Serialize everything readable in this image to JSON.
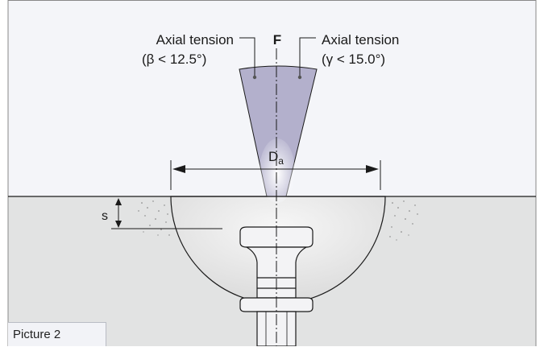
{
  "diagram": {
    "force_label": "F",
    "left_label_line1": "Axial tension",
    "left_label_line2": "(β < 12.5°)",
    "right_label_line1": "Axial tension",
    "right_label_line2": "(γ < 15.0°)",
    "diameter_label": "D",
    "diameter_subscript": "a",
    "depth_label": "s",
    "caption": "Picture 2"
  },
  "colors": {
    "upper_background": "#f4f5f9",
    "lower_background": "#e2e3e3",
    "cone_fill": "#b3b0cc",
    "cone_gradient_top": "#ffffff",
    "anchor_fill": "#f3f3f5",
    "line": "#1a1a1a"
  }
}
